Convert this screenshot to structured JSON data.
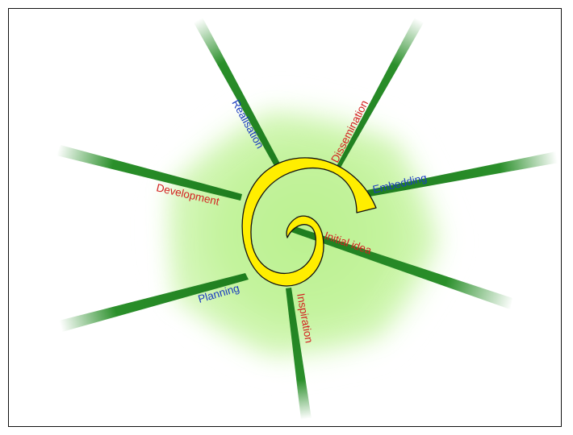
{
  "diagram": {
    "stages": [
      {
        "id": "initial-idea",
        "label": "Initial idea",
        "color": "#d42020"
      },
      {
        "id": "inspiration",
        "label": "Inspiration",
        "color": "#d42020"
      },
      {
        "id": "planning",
        "label": "Planning",
        "color": "#1a3bbf"
      },
      {
        "id": "development",
        "label": "Development",
        "color": "#d42020"
      },
      {
        "id": "realisation",
        "label": "Realisation",
        "color": "#1a3bbf"
      },
      {
        "id": "dissemination",
        "label": "Dissemination",
        "color": "#d42020"
      },
      {
        "id": "embedding",
        "label": "Embedding",
        "color": "#1a3bbf"
      }
    ],
    "colors": {
      "spiral_fill": "#ffee00",
      "glow": "#b6f08a",
      "ray": "#1e7d1e"
    }
  }
}
